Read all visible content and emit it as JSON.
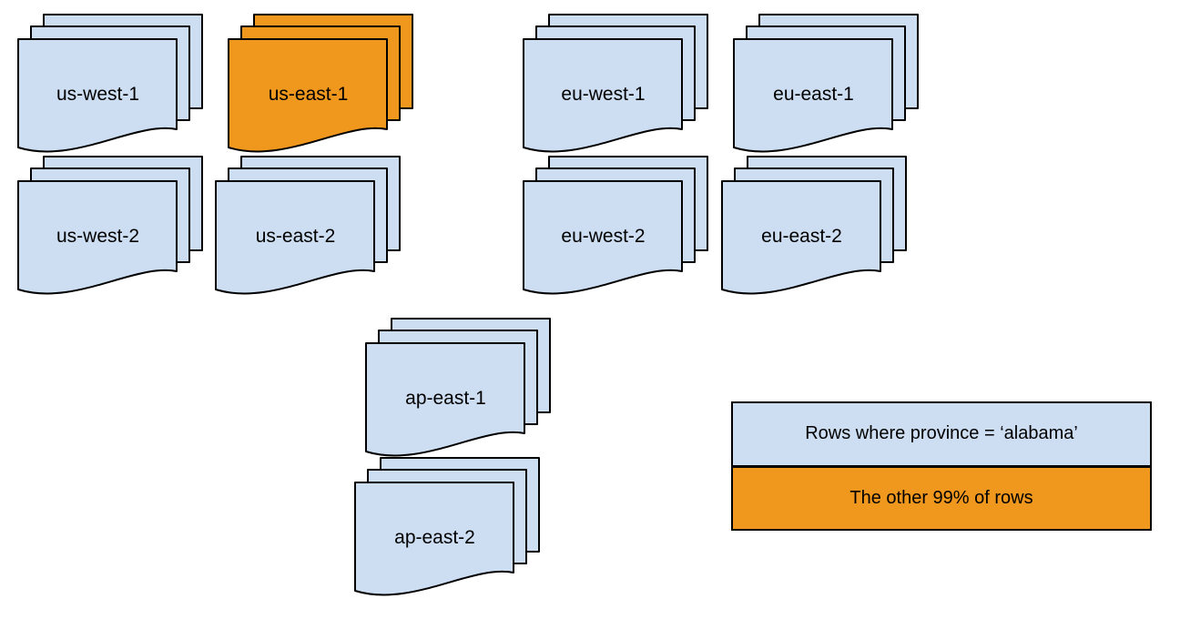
{
  "colors": {
    "blue": "#cdddf2",
    "orange": "#f0971e",
    "outline": "#000000",
    "text": "#000000",
    "background": "#ffffff"
  },
  "stacks": [
    {
      "label": "us-west-1",
      "color": "blue"
    },
    {
      "label": "us-east-1",
      "color": "orange"
    },
    {
      "label": "eu-west-1",
      "color": "blue"
    },
    {
      "label": "eu-east-1",
      "color": "blue"
    },
    {
      "label": "us-west-2",
      "color": "blue"
    },
    {
      "label": "us-east-2",
      "color": "blue"
    },
    {
      "label": "eu-west-2",
      "color": "blue"
    },
    {
      "label": "eu-east-2",
      "color": "blue"
    },
    {
      "label": "ap-east-1",
      "color": "blue"
    },
    {
      "label": "ap-east-2",
      "color": "blue"
    }
  ],
  "legend": {
    "items": [
      {
        "label": "Rows where province = ‘alabama’",
        "color": "blue"
      },
      {
        "label": "The other 99% of rows",
        "color": "orange"
      }
    ]
  }
}
